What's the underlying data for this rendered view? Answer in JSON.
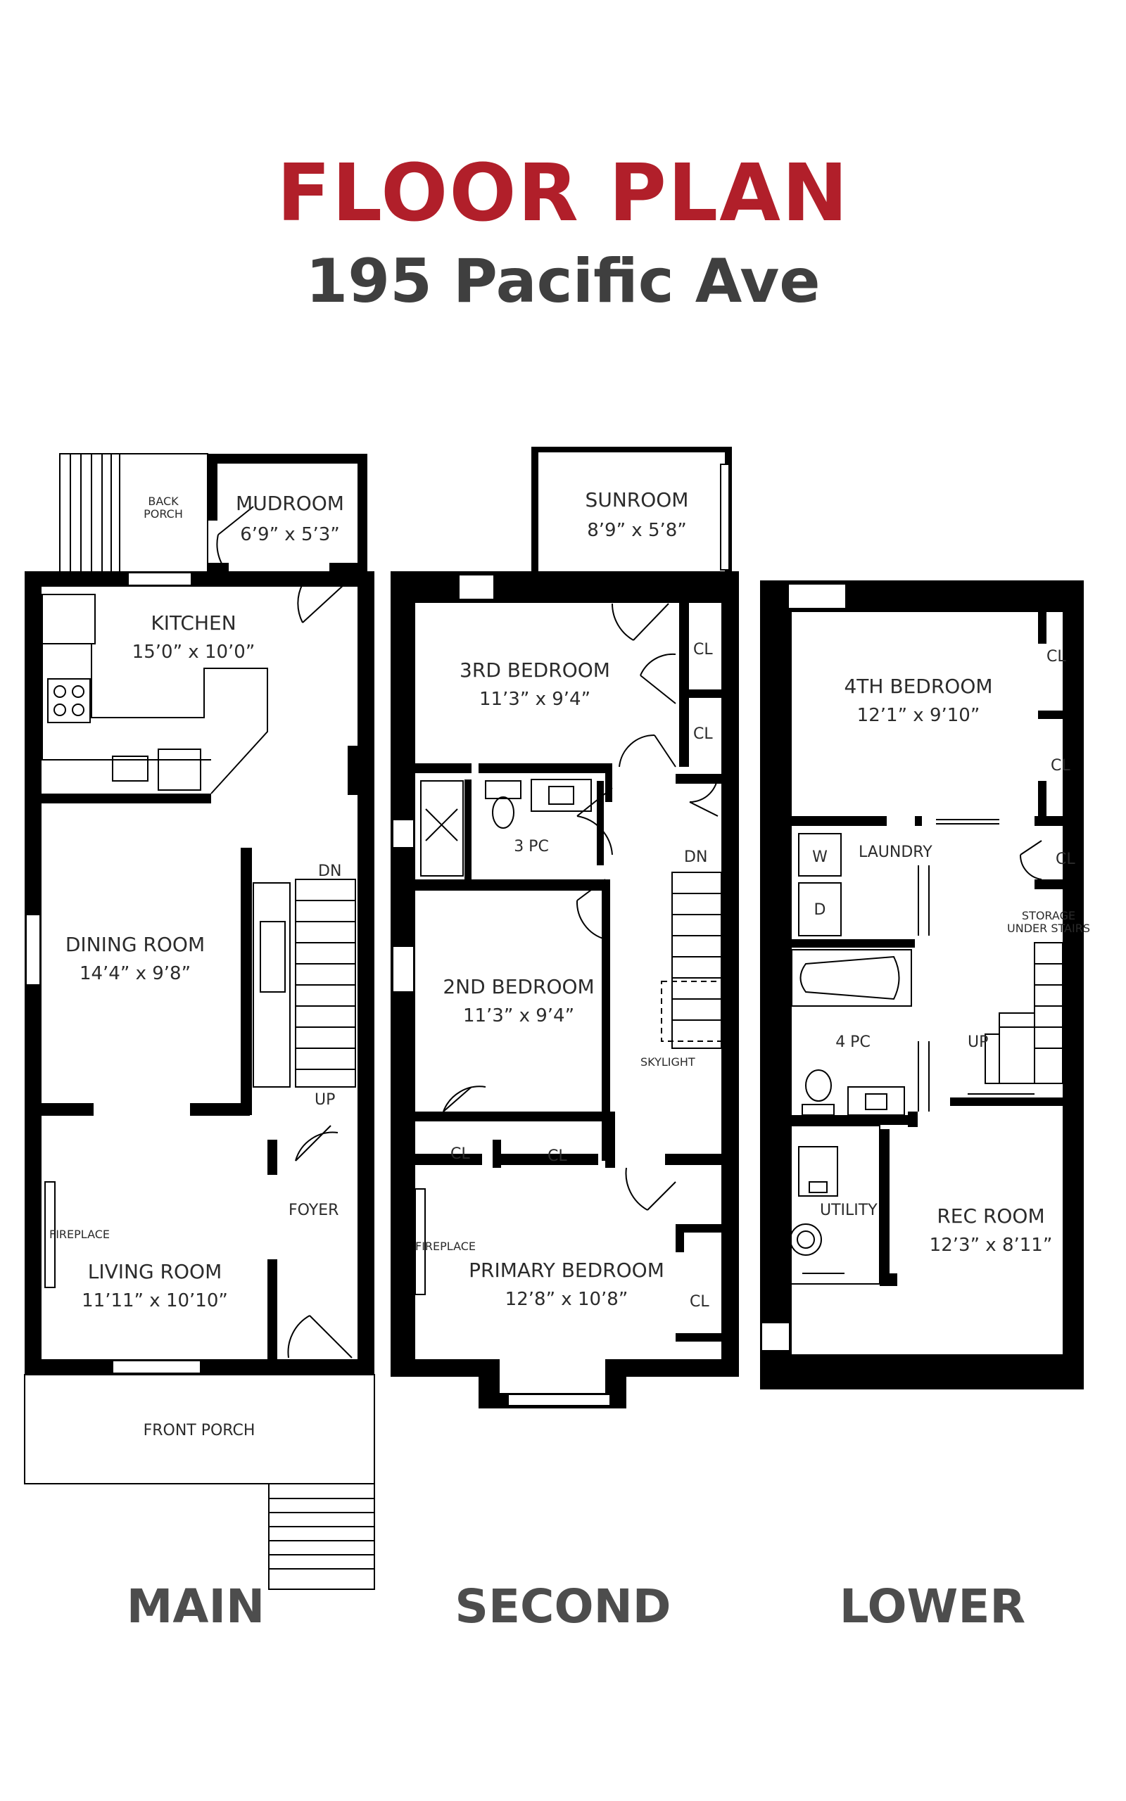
{
  "header": {
    "title": "FLOOR PLAN",
    "address": "195 Pacific Ave"
  },
  "colors": {
    "title": "#b11f2a",
    "subtitle": "#3f3f3f",
    "wall": "#000000"
  },
  "floors": {
    "main": {
      "label": "MAIN",
      "back_porch": "BACK PORCH",
      "mudroom": {
        "name": "MUDROOM",
        "dim": "6’9” x 5’3”"
      },
      "kitchen": {
        "name": "KITCHEN",
        "dim": "15’0” x 10’0”"
      },
      "dining": {
        "name": "DINING ROOM",
        "dim": "14’4” x 9’8”"
      },
      "living": {
        "name": "LIVING ROOM",
        "dim": "11’11” x 10’10”"
      },
      "fireplace": "FIREPLACE",
      "foyer": "FOYER",
      "front_porch": "FRONT PORCH",
      "dn": "DN",
      "up": "UP"
    },
    "second": {
      "label": "SECOND",
      "sunroom": {
        "name": "SUNROOM",
        "dim": "8’9” x 5’8”"
      },
      "bed3": {
        "name": "3RD BEDROOM",
        "dim": "11’3” x 9’4”"
      },
      "bath": "3 PC",
      "bed2": {
        "name": "2ND BEDROOM",
        "dim": "11’3” x 9’4”"
      },
      "primary": {
        "name": "PRIMARY BEDROOM",
        "dim": "12’8” x 10’8”"
      },
      "fireplace": "FIREPLACE",
      "skylight": "SKYLIGHT",
      "cl": "CL",
      "dn": "DN"
    },
    "lower": {
      "label": "LOWER",
      "bed4": {
        "name": "4TH BEDROOM",
        "dim": "12’1” x 9’10”"
      },
      "laundry": "LAUNDRY",
      "washer": "W",
      "dryer": "D",
      "bath": "4 PC",
      "storage_1": "STORAGE",
      "storage_2": "UNDER STAIRS",
      "up": "UP",
      "utility": "UTILITY",
      "rec": {
        "name": "REC ROOM",
        "dim": "12’3” x 8’11”"
      },
      "cl": "CL"
    }
  }
}
